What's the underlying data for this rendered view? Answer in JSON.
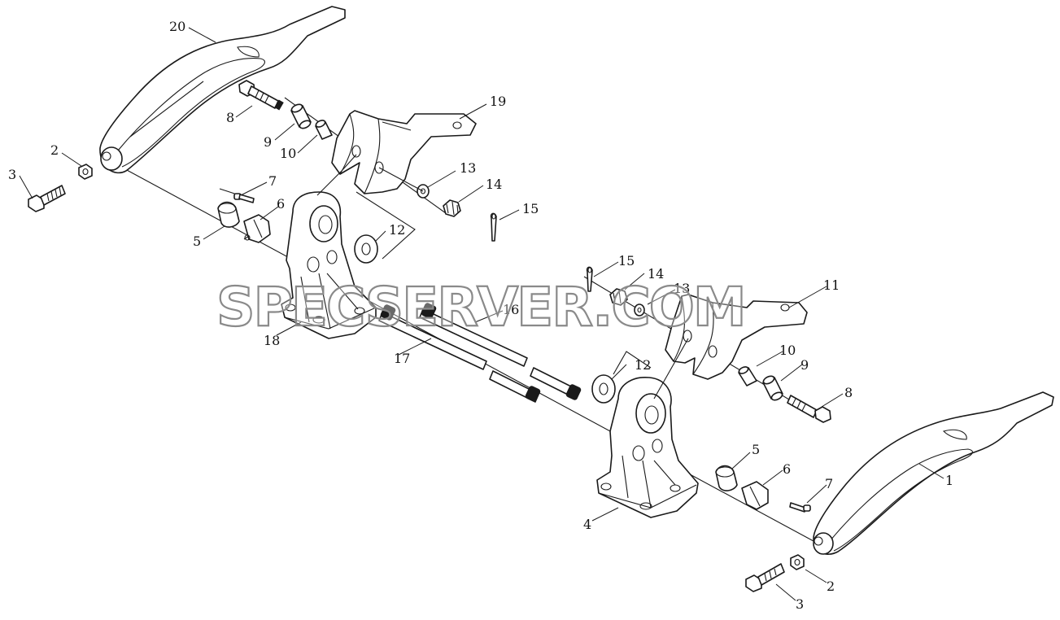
{
  "watermark": "SPECSERVER.COM",
  "callouts": [
    "1",
    "2",
    "3",
    "4",
    "5",
    "6",
    "7",
    "8",
    "9",
    "10",
    "11",
    "12",
    "13",
    "14",
    "15",
    "16",
    "17",
    "18",
    "19",
    "20"
  ],
  "left_assembly_callouts": {
    "arm": "20",
    "nut": "2",
    "bolt": "3",
    "bushing": "5",
    "clamp": "6",
    "screw": "7",
    "pin_bolt": "8",
    "sleeve": "9",
    "spacer": "10",
    "bracket": "19",
    "washer_big": "12",
    "washer": "13",
    "castle_nut": "14",
    "cotter_pin": "15",
    "support": "18"
  },
  "right_assembly_callouts": {
    "arm": "1",
    "nut": "2",
    "bolt": "3",
    "bushing": "5",
    "clamp": "6",
    "screw": "7",
    "pin_bolt": "8",
    "sleeve": "9",
    "spacer": "10",
    "bracket": "11",
    "washer_big": "12",
    "washer": "13",
    "castle_nut": "14",
    "cotter_pin": "15",
    "support": "4"
  },
  "center_callouts": {
    "bar_a": "16",
    "bar_b": "17"
  }
}
